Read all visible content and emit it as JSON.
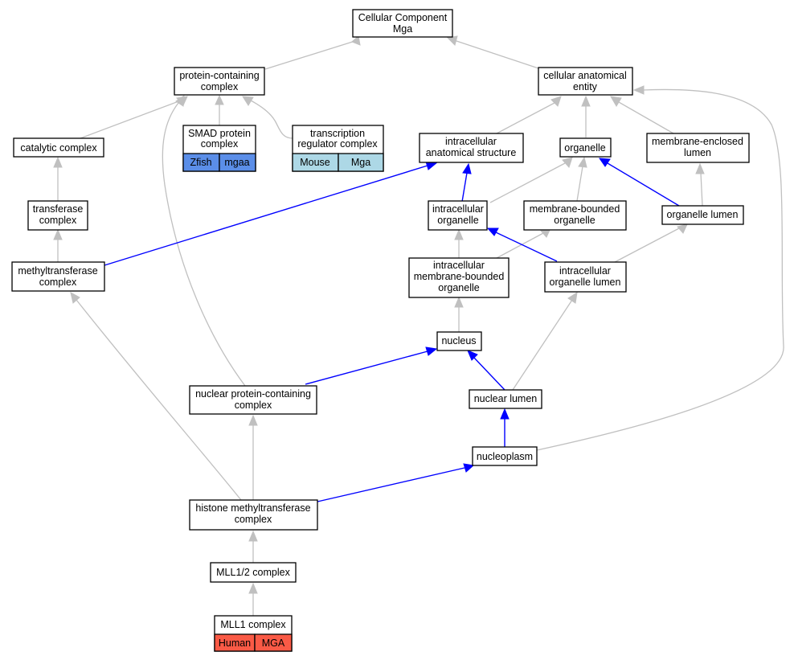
{
  "nodes": {
    "cc": [
      "Cellular Component",
      "Mga"
    ],
    "pcc": [
      "protein-containing",
      "complex"
    ],
    "cae": [
      "cellular anatomical",
      "entity"
    ],
    "cat": [
      "catalytic complex"
    ],
    "smad": [
      "SMAD protein",
      "complex"
    ],
    "trc": [
      "transcription",
      "regulator complex"
    ],
    "ias": [
      "intracellular",
      "anatomical structure"
    ],
    "org": [
      "organelle"
    ],
    "mel": [
      "membrane-enclosed",
      "lumen"
    ],
    "tc": [
      "transferase",
      "complex"
    ],
    "io": [
      "intracellular",
      "organelle"
    ],
    "mbo": [
      "membrane-bounded",
      "organelle"
    ],
    "ol": [
      "organelle lumen"
    ],
    "mtc": [
      "methyltransferase",
      "complex"
    ],
    "imbo": [
      "intracellular",
      "membrane-bounded",
      "organelle"
    ],
    "iol": [
      "intracellular",
      "organelle lumen"
    ],
    "nuc": [
      "nucleus"
    ],
    "npcc": [
      "nuclear protein-containing",
      "complex"
    ],
    "nl": [
      "nuclear lumen"
    ],
    "np": [
      "nucleoplasm"
    ],
    "hmt": [
      "histone methyltransferase",
      "complex"
    ],
    "mll12": [
      "MLL1/2 complex"
    ],
    "mll1": [
      "MLL1 complex"
    ]
  },
  "annotations": {
    "smad": {
      "cells": [
        "Zfish",
        "mgaa"
      ],
      "color": "#5b8ee8"
    },
    "trc": {
      "cells": [
        "Mouse",
        "Mga"
      ],
      "color": "#add8e6"
    },
    "mll1": {
      "cells": [
        "Human",
        "MGA"
      ],
      "color": "#fa5a46"
    }
  },
  "edge_colors": {
    "is_a": "#c0c0c0",
    "part_of": "#0000ff"
  }
}
